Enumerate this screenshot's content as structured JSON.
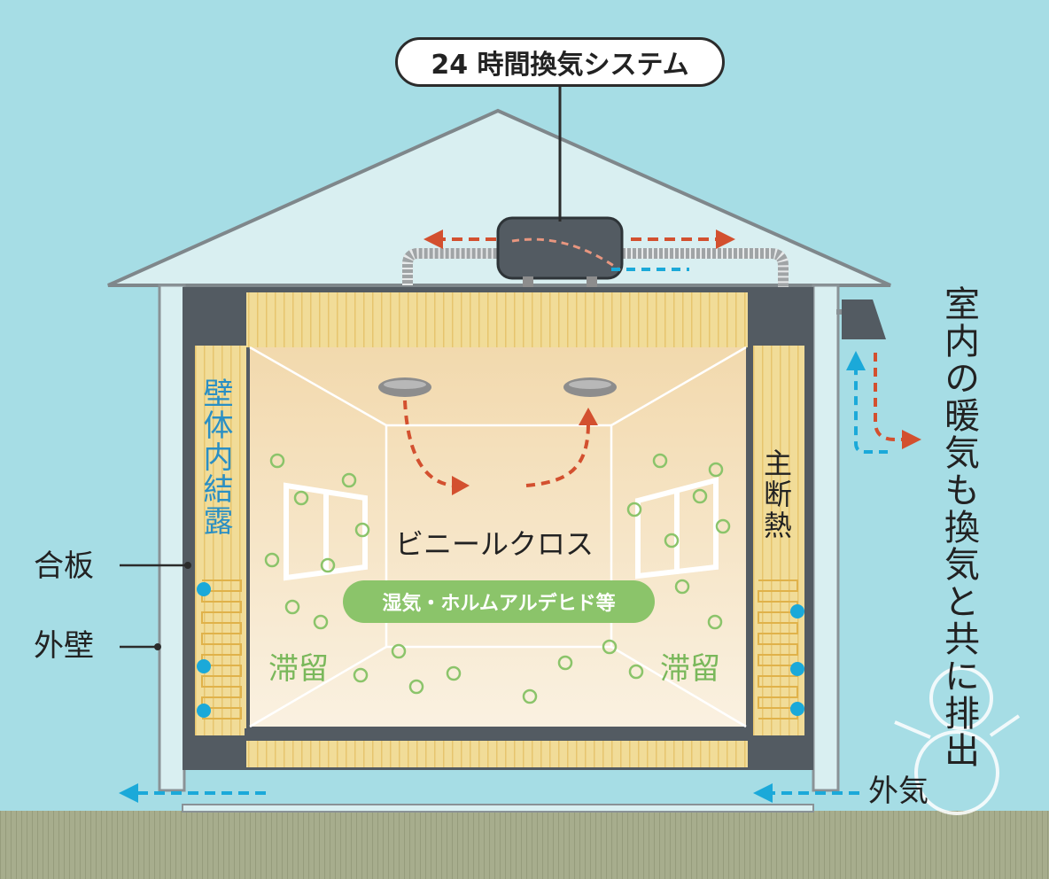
{
  "title": "24 時間換気システム",
  "labels": {
    "wall_condensation": "壁体内結露",
    "main_insulation": "主断熱",
    "plywood": "合板",
    "exterior_wall": "外壁",
    "vinyl_cloth": "ビニールクロス",
    "pollutants": "湿気・ホルムアルデヒド等",
    "stagnation_left": "滞留",
    "stagnation_right": "滞留",
    "outside_air": "外気",
    "exhaust_note": "室内の暖気も換気と共に排出"
  },
  "colors": {
    "sky": "#a6dde5",
    "ground": "#a7ad8d",
    "wall_dark": "#535b62",
    "insulation": "#f1dc98",
    "room": "#f5e1bc",
    "warm_arrow": "#d3502f",
    "cool_arrow": "#1ba9d9",
    "bubble": "#8bc46a",
    "label_blue": "#2a8fc4",
    "label_green": "#7ab85b"
  }
}
